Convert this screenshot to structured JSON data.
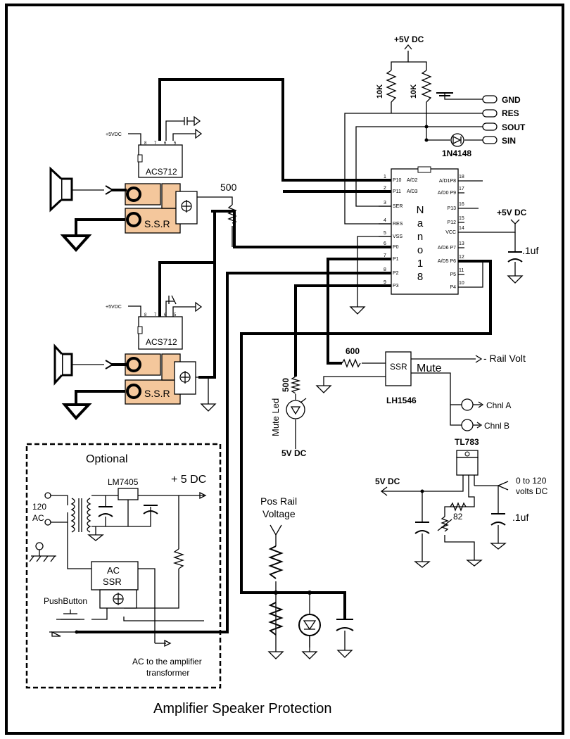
{
  "title": "Amplifier Speaker Protection",
  "labels": {
    "v5_top": "+5V DC",
    "r10k_a": "10K",
    "r10k_b": "10K",
    "gnd": "GND",
    "res": "RES",
    "sout": "SOUT",
    "sin": "SIN",
    "diode": "1N4148",
    "v5_small_a": "+5VDC",
    "v5_small_b": "+5VDC",
    "acs_a": "ACS712",
    "acs_b": "ACS712",
    "ssr_a": "S.S.R",
    "ssr_b": "S.S.R",
    "r500": "500",
    "v5_right": "+5V DC",
    "cap_1uf_a": ".1uf",
    "r600": "600",
    "ssr_small": "SSR",
    "mute": "Mute",
    "rail_volt": "- Rail Volt",
    "lh1546": "LH1546",
    "chnl_a": "Chnl A",
    "chnl_b": "Chnl B",
    "r500_led": "500",
    "mute_led": "Mute Led",
    "v5_led": "5V DC",
    "tl783": "TL783",
    "v5_reg": "5V DC",
    "v0_120": "0 to 120",
    "volts_dc": "volts DC",
    "r82": "82",
    "cap_1uf_b": ".1uf",
    "pos_rail": "Pos Rail",
    "voltage": "Voltage",
    "optional": "Optional",
    "lm7405": "LM7405",
    "plus5dc": "+ 5 DC",
    "ac120a": "120",
    "ac120b": "AC",
    "ac_ssr_a": "AC",
    "ac_ssr_b": "SSR",
    "pushbutton": "PushButton",
    "ac_amp_a": "AC to the amplifier",
    "ac_amp_b": "transformer"
  },
  "chip": {
    "name_letters": [
      "N",
      "a",
      "n",
      "o",
      "1",
      "8"
    ],
    "left_pins": [
      {
        "num": "1",
        "label": "P10"
      },
      {
        "num": "2",
        "label": "P11"
      },
      {
        "num": "3",
        "label": "SER"
      },
      {
        "num": "4",
        "label": "RES"
      },
      {
        "num": "5",
        "label": "VSS"
      },
      {
        "num": "6",
        "label": "P0"
      },
      {
        "num": "7",
        "label": "P1"
      },
      {
        "num": "8",
        "label": "P2"
      },
      {
        "num": "9",
        "label": "P3"
      }
    ],
    "left_inner": [
      "A/D2",
      "A/D3"
    ],
    "right_pins": [
      {
        "num": "18",
        "label": "A/D1P8"
      },
      {
        "num": "17",
        "label": "A/D0  P9"
      },
      {
        "num": "16",
        "label": "P13"
      },
      {
        "num": "15",
        "label": "P12"
      },
      {
        "num": "14",
        "label": "VCC"
      },
      {
        "num": "13",
        "label": "A/D6  P7"
      },
      {
        "num": "12",
        "label": "A/D5  P6"
      },
      {
        "num": "11",
        "label": "P5"
      },
      {
        "num": "10",
        "label": "P4"
      }
    ]
  },
  "acs_pins": [
    "8",
    "7",
    "6",
    "5"
  ]
}
